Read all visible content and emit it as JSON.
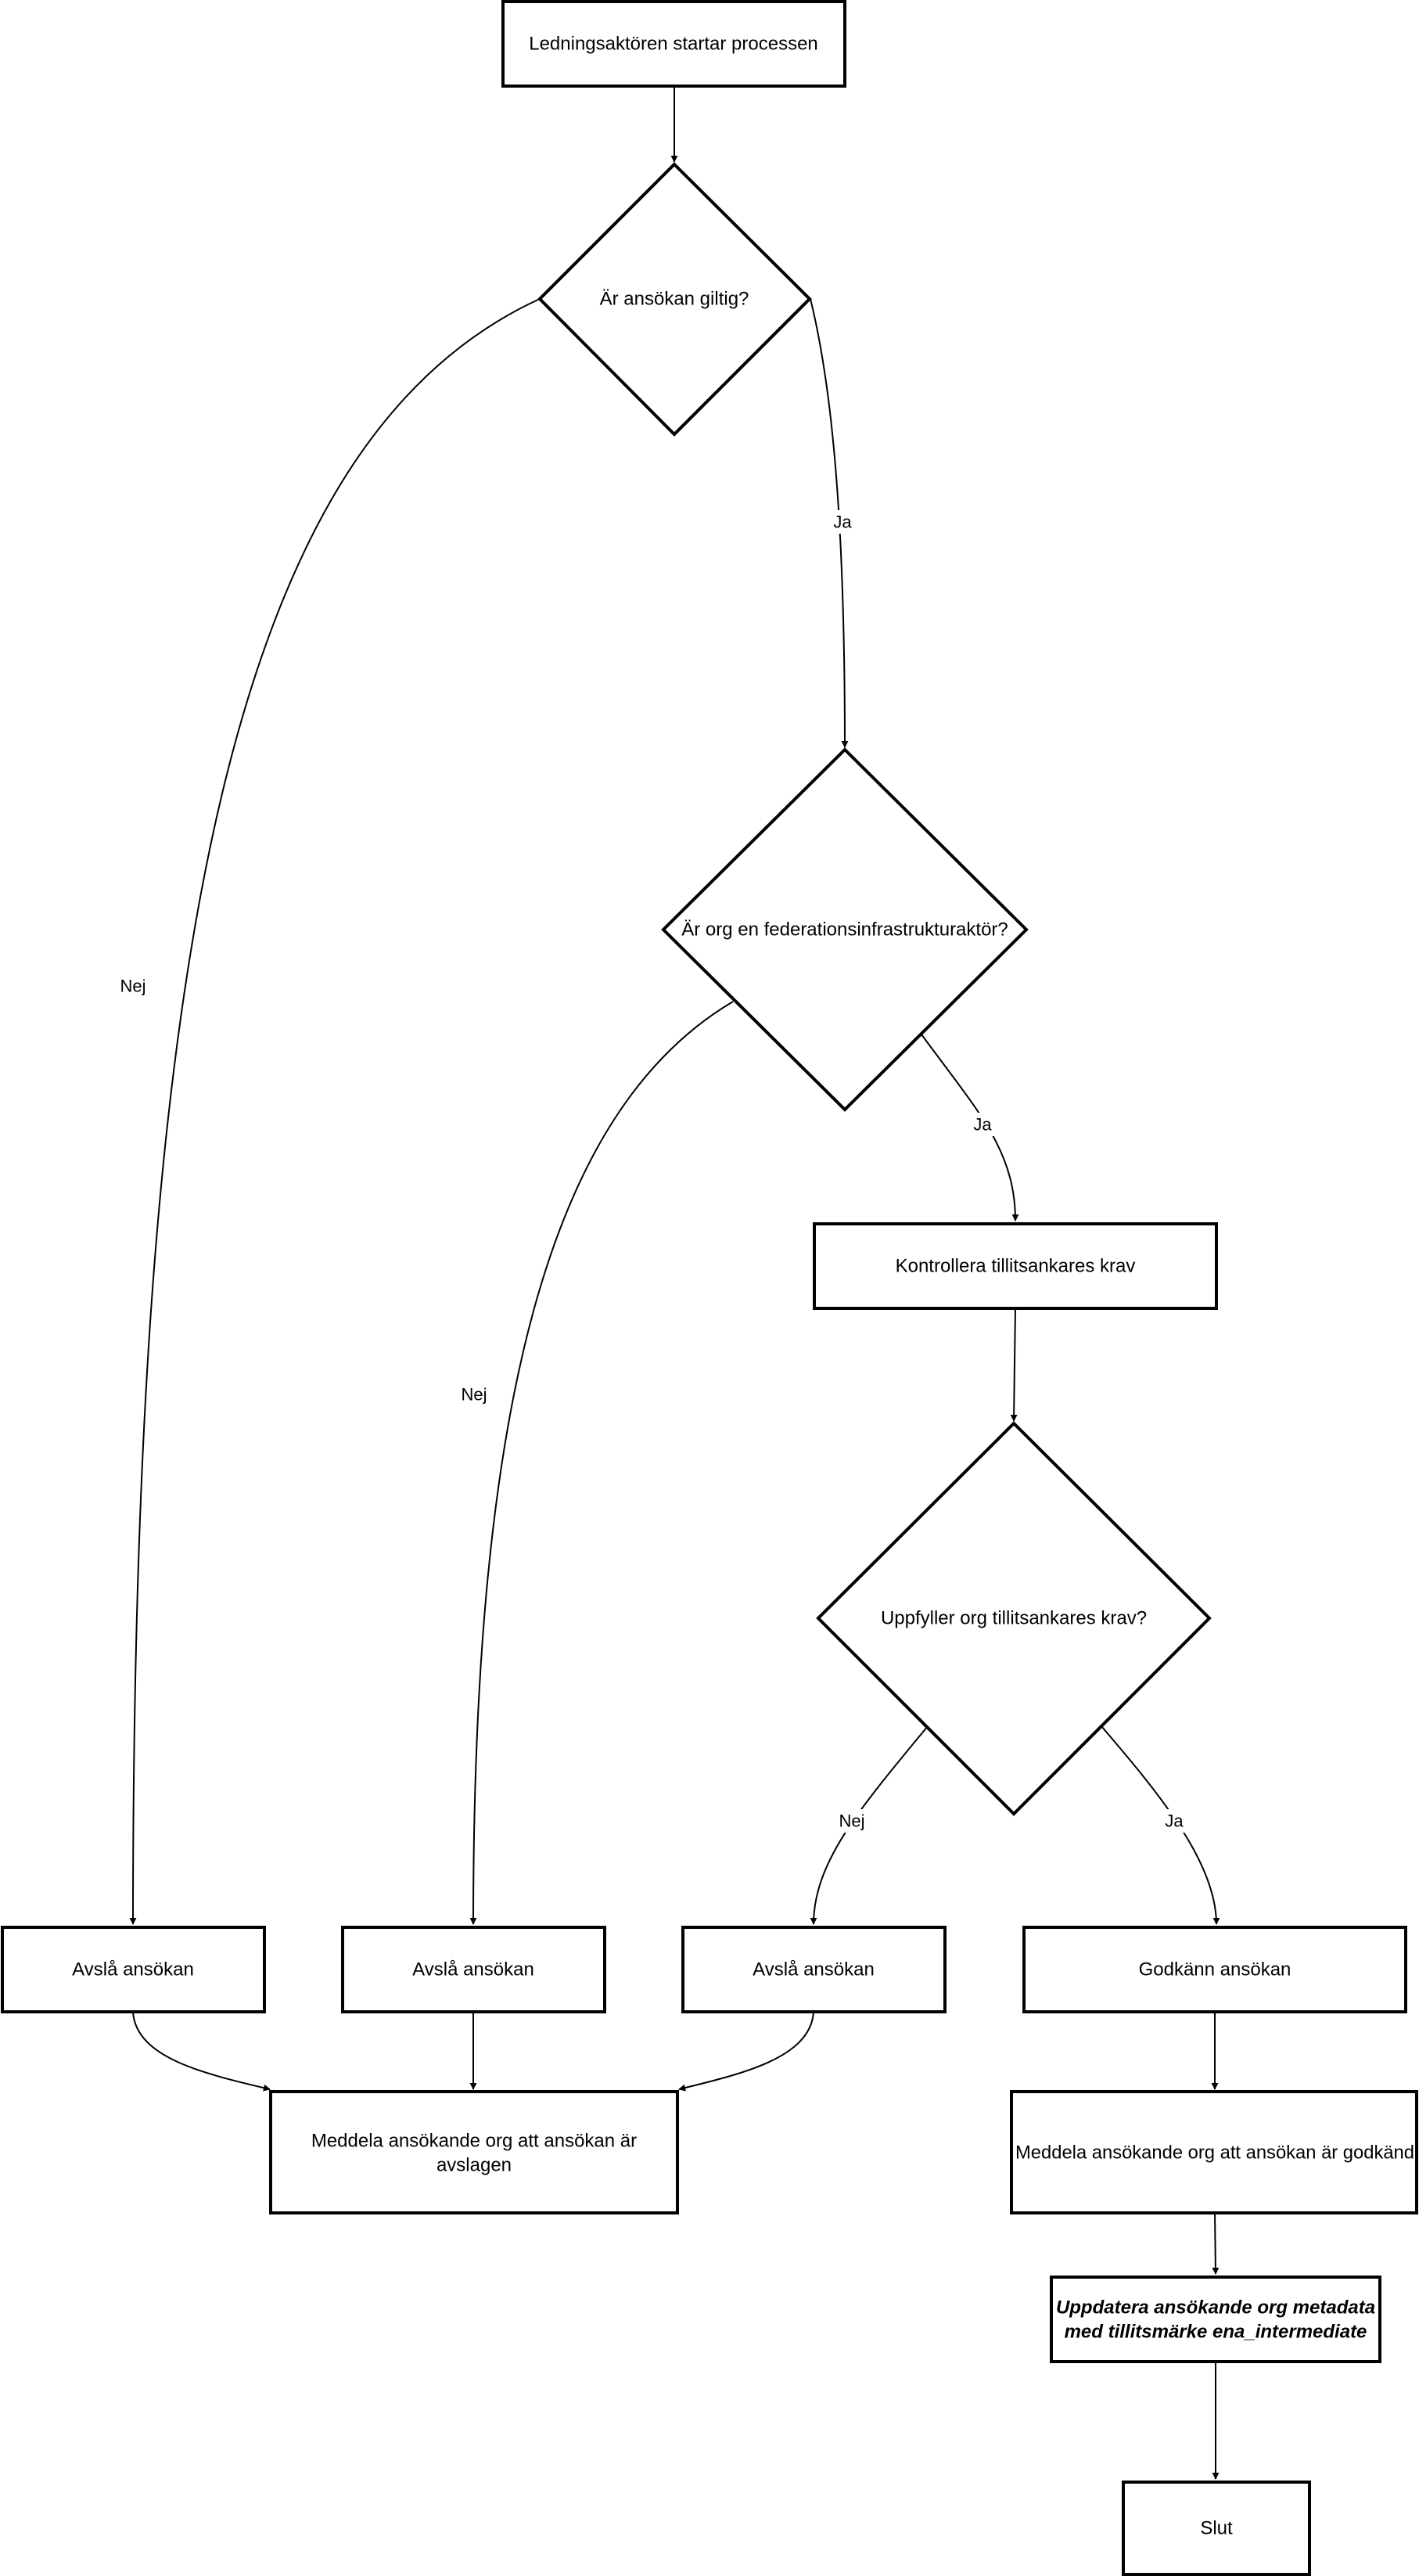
{
  "nodes": {
    "start": {
      "label": "Ledningsaktören startar processen"
    },
    "decision_valid": {
      "label": "Är ansökan giltig?"
    },
    "decision_federation": {
      "label": "Är org en federationsinfrastrukturaktör?"
    },
    "check_requirements": {
      "label": "Kontrollera tillitsankares krav"
    },
    "decision_requirements": {
      "label": "Uppfyller org tillitsankares krav?"
    },
    "reject_1": {
      "label": "Avslå ansökan"
    },
    "reject_2": {
      "label": "Avslå ansökan"
    },
    "reject_3": {
      "label": "Avslå ansökan"
    },
    "approve": {
      "label": "Godkänn ansökan"
    },
    "notify_rejected": {
      "line1": "Meddela ansökande org att ansökan är",
      "line2": "avslagen"
    },
    "notify_approved": {
      "label": "Meddela ansökande org att ansökan är godkänd"
    },
    "update_metadata": {
      "line1": "Uppdatera ansökande org metadata",
      "line2": "med tillitsmärke ena_intermediate"
    },
    "end": {
      "label": "Slut"
    }
  },
  "edges": {
    "valid_yes": "Ja",
    "valid_no": "Nej",
    "federation_yes": "Ja",
    "federation_no": "Nej",
    "requirements_no": "Nej",
    "requirements_yes": "Ja"
  }
}
